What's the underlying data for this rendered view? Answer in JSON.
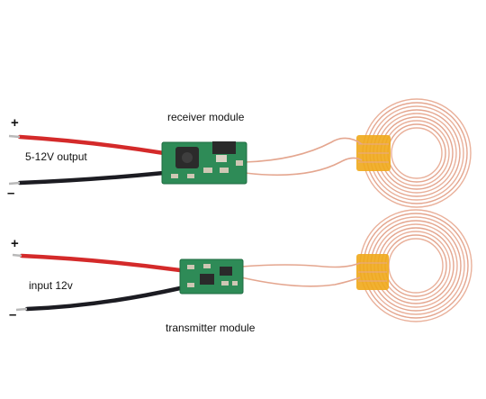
{
  "receiver": {
    "title": "receiver module",
    "plus_sign": "+",
    "minus_sign": "–",
    "output_label": "5-12V output"
  },
  "transmitter": {
    "title": "transmitter module",
    "plus_sign": "+",
    "minus_sign": "–",
    "input_label": "input 12v"
  },
  "colors": {
    "wire_red": "#d42a2a",
    "wire_black": "#1c1c22",
    "pcb_green": "#2e8b57",
    "coil_copper": "#e7a88e",
    "coil_tape": "#f0a81a",
    "background": "#ffffff"
  }
}
